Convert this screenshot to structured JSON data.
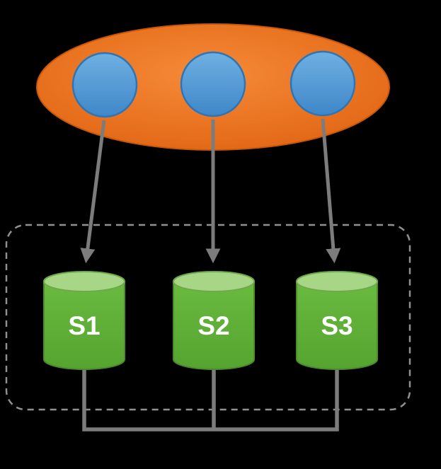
{
  "diagram": {
    "kind": "replication-topology",
    "client_nodes": [
      {
        "id": "client-1"
      },
      {
        "id": "client-2"
      },
      {
        "id": "client-3"
      }
    ],
    "servers": [
      {
        "label": "S1"
      },
      {
        "label": "S2"
      },
      {
        "label": "S3"
      }
    ]
  },
  "servers": [
    {
      "label": "S1"
    },
    {
      "label": "S2"
    },
    {
      "label": "S3"
    }
  ],
  "colors": {
    "background": "#000000",
    "ellipse_center": "#F58A38",
    "ellipse_edge": "#DE5F0D",
    "ellipse_stroke": "#C95808",
    "circle_top": "#6FB0E2",
    "circle_bottom": "#3F87C8",
    "circle_stroke": "#2E75B6",
    "cylinder_top": "#A7D786",
    "cylinder_top_stroke": "#6FA94C",
    "cylinder_body_light": "#6CBD41",
    "cylinder_body_dark": "#55A430",
    "cylinder_stroke": "#4E8A2E",
    "label_text": "#FFFFFF",
    "arrow": "#7C7C7C",
    "dashed_border": "#909090",
    "bus_line": "#7C7C7C"
  }
}
